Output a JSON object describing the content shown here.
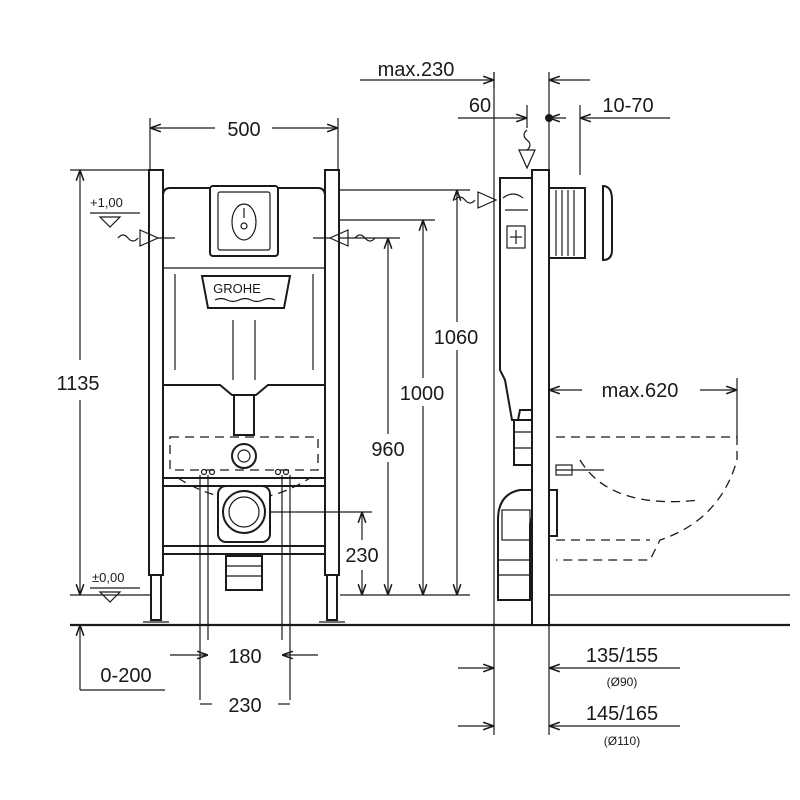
{
  "brand": {
    "logo_text": "GROHE"
  },
  "front_view": {
    "width_top": "500",
    "height_total": "1135",
    "height_1060": "1060",
    "height_1000": "1000",
    "height_960": "960",
    "height_230": "230",
    "spacing_180": "180",
    "spacing_230_bottom": "230",
    "offset_0_200": "0-200",
    "level_upper": "+1,00",
    "level_zero": "±0,00"
  },
  "side_view": {
    "max_230": "max.230",
    "dim_60": "60",
    "dim_10_70": "10-70",
    "max_620": "max.620",
    "dim_135_155": "135/155",
    "pipe_90": "(Ø90)",
    "dim_145_165": "145/165",
    "pipe_110": "(Ø110)"
  }
}
